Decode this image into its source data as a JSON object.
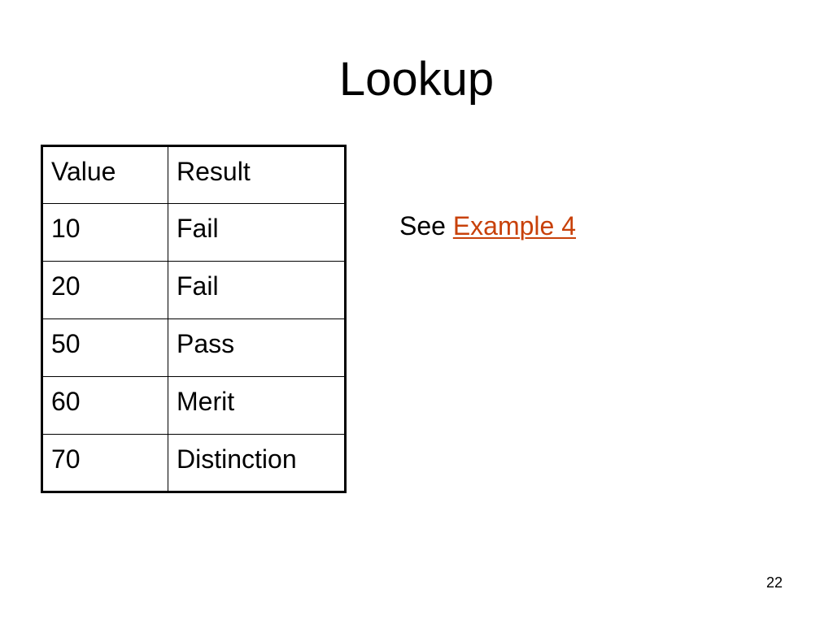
{
  "slide": {
    "title": "Lookup",
    "page_number": "22"
  },
  "table": {
    "headers": [
      "Value",
      "Result"
    ],
    "rows": [
      [
        "10",
        "Fail"
      ],
      [
        "20",
        "Fail"
      ],
      [
        "50",
        "Pass"
      ],
      [
        "60",
        "Merit"
      ],
      [
        "70",
        "Distinction"
      ]
    ]
  },
  "reference": {
    "prefix": "See",
    "link_text": "Example 4",
    "link_color": "#c8410a"
  }
}
